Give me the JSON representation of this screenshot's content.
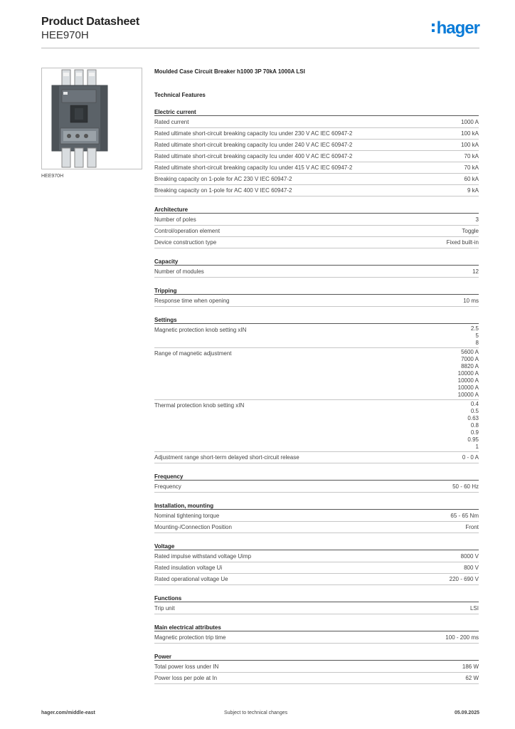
{
  "header": {
    "title": "Product Datasheet",
    "code": "HEE970H",
    "logo": "hager"
  },
  "image_caption": "HEE970H",
  "product_title": "Moulded Case Circuit Breaker h1000 3P 70kA 1000A LSI",
  "tech_heading": "Technical Features",
  "sections": [
    {
      "title": "Electric current",
      "rows": [
        {
          "label": "Rated current",
          "values": [
            "1000 A"
          ]
        },
        {
          "label": "Rated ultimate short-circuit breaking capacity Icu under 230 V AC IEC 60947-2",
          "values": [
            "100 kA"
          ]
        },
        {
          "label": "Rated ultimate short-circuit breaking capacity Icu under 240 V AC IEC 60947-2",
          "values": [
            "100 kA"
          ]
        },
        {
          "label": "Rated ultimate short-circuit breaking capacity Icu under 400 V AC IEC 60947-2",
          "values": [
            "70 kA"
          ]
        },
        {
          "label": "Rated ultimate short-circuit breaking capacity Icu under 415 V AC IEC 60947-2",
          "values": [
            "70 kA"
          ]
        },
        {
          "label": "Breaking capacity on 1-pole for AC 230 V IEC 60947-2",
          "values": [
            "60 kA"
          ]
        },
        {
          "label": "Breaking capacity on 1-pole for AC 400 V IEC 60947-2",
          "values": [
            "9 kA"
          ]
        }
      ]
    },
    {
      "title": "Architecture",
      "rows": [
        {
          "label": "Number of poles",
          "values": [
            "3"
          ]
        },
        {
          "label": "Control/operation element",
          "values": [
            "Toggle"
          ]
        },
        {
          "label": "Device construction type",
          "values": [
            "Fixed built-in"
          ]
        }
      ]
    },
    {
      "title": "Capacity",
      "rows": [
        {
          "label": "Number of modules",
          "values": [
            "12"
          ]
        }
      ]
    },
    {
      "title": "Tripping",
      "rows": [
        {
          "label": "Response time when opening",
          "values": [
            "10 ms"
          ]
        }
      ]
    },
    {
      "title": "Settings",
      "rows": [
        {
          "label": "Magnetic protection knob setting xIN",
          "values": [
            "2.5",
            "5",
            "8"
          ]
        },
        {
          "label": "Range of magnetic adjustment",
          "values": [
            "5600 A",
            "7000 A",
            "8820 A",
            "10000 A",
            "10000 A",
            "10000 A",
            "10000 A"
          ]
        },
        {
          "label": "Thermal protection knob setting xIN",
          "values": [
            "0.4",
            "0.5",
            "0.63",
            "0.8",
            "0.9",
            "0.95",
            "1"
          ]
        },
        {
          "label": "Adjustment range short-term delayed short-circuit release",
          "values": [
            "0 - 0 A"
          ]
        }
      ]
    },
    {
      "title": "Frequency",
      "rows": [
        {
          "label": "Frequency",
          "values": [
            "50 - 60 Hz"
          ]
        }
      ]
    },
    {
      "title": "Installation, mounting",
      "rows": [
        {
          "label": "Nominal tightening torque",
          "values": [
            "65 - 65 Nm"
          ]
        },
        {
          "label": "Mounting-/Connection Position",
          "values": [
            "Front"
          ]
        }
      ]
    },
    {
      "title": "Voltage",
      "rows": [
        {
          "label": "Rated impulse withstand voltage Uimp",
          "values": [
            "8000 V"
          ]
        },
        {
          "label": "Rated insulation voltage Ui",
          "values": [
            "800 V"
          ]
        },
        {
          "label": "Rated operational voltage Ue",
          "values": [
            "220 - 690 V"
          ]
        }
      ]
    },
    {
      "title": "Functions",
      "rows": [
        {
          "label": "Trip unit",
          "values": [
            "LSI"
          ]
        }
      ]
    },
    {
      "title": "Main electrical attributes",
      "rows": [
        {
          "label": "Magnetic protection trip time",
          "values": [
            "100 - 200 ms"
          ]
        }
      ]
    },
    {
      "title": "Power",
      "rows": [
        {
          "label": "Total power loss under IN",
          "values": [
            "186 W"
          ]
        },
        {
          "label": "Power loss per pole at In",
          "values": [
            "62 W"
          ]
        }
      ]
    }
  ],
  "footer": {
    "website": "hager.com/middle-east",
    "notice": "Subject to technical changes",
    "date": "05.09.2025"
  },
  "colors": {
    "brand": "#0a7bd8",
    "text": "#222222"
  }
}
